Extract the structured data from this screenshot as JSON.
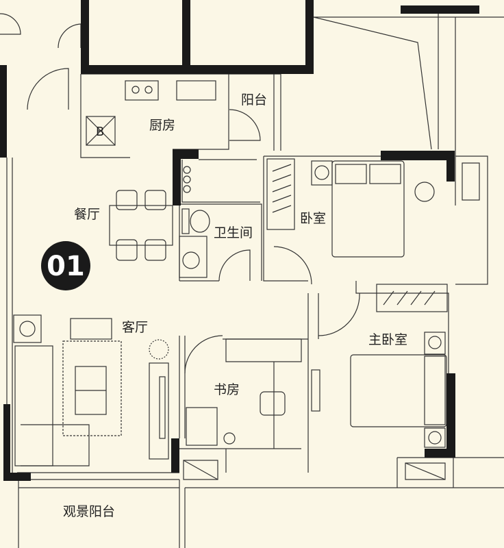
{
  "plan": {
    "unit_badge": "01",
    "rooms": {
      "balcony": "阳台",
      "kitchen": "厨房",
      "dining": "餐厅",
      "bathroom": "卫生间",
      "bedroom": "卧室",
      "living": "客厅",
      "master_bedroom": "主卧室",
      "study": "书房",
      "view_balcony": "观景阳台"
    },
    "colors": {
      "background": "#fbf7e6",
      "wall": "#1a1a1a",
      "line": "#333333"
    }
  }
}
